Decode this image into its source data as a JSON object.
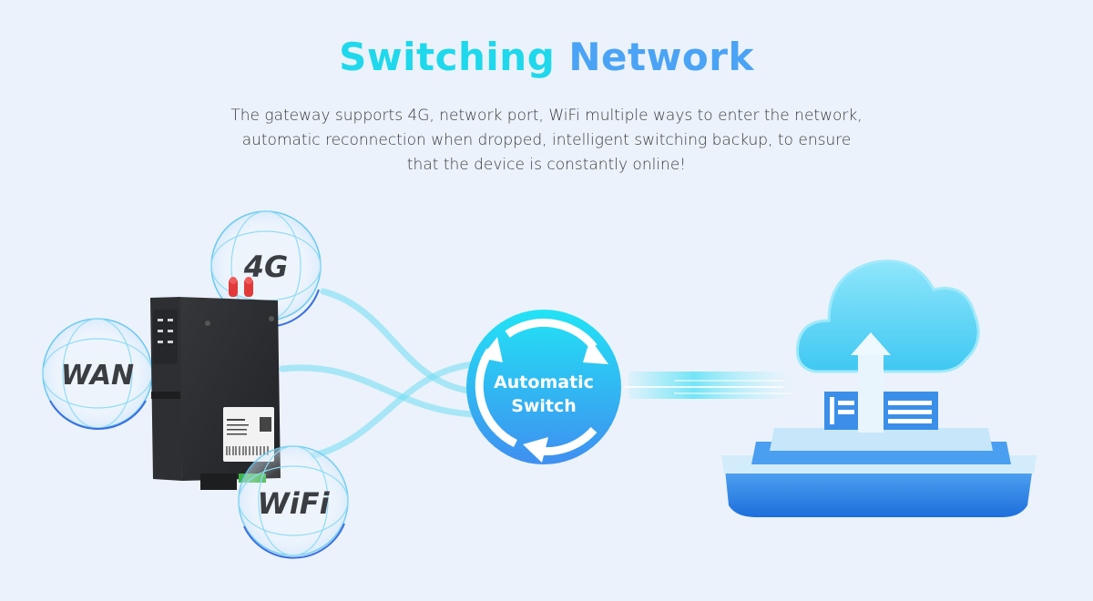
{
  "header": {
    "title_word1": "Switching",
    "title_word2": "Network",
    "description_lines": [
      "The gateway supports 4G, network port, WiFi multiple ways to enter the network,",
      "automatic reconnection when dropped, intelligent switching backup, to ensure",
      "that the device is constantly online!"
    ]
  },
  "diagram": {
    "network_modes": [
      {
        "id": "4g",
        "label": "4G"
      },
      {
        "id": "wan",
        "label": "WAN"
      },
      {
        "id": "wifi",
        "label": "WiFi"
      }
    ],
    "switch_label_line1": "Automatic",
    "switch_label_line2": "Switch",
    "device": "gateway",
    "destination": "cloud"
  },
  "colors": {
    "background": "#ebf2fb",
    "title_start": "#1fd8ec",
    "title_end": "#4aa3f5",
    "switch_gradient_top": "#22e3f5",
    "switch_gradient_bottom": "#3f8ff0",
    "device_body": "#2b2c2f",
    "antenna": "#e23a3a"
  }
}
